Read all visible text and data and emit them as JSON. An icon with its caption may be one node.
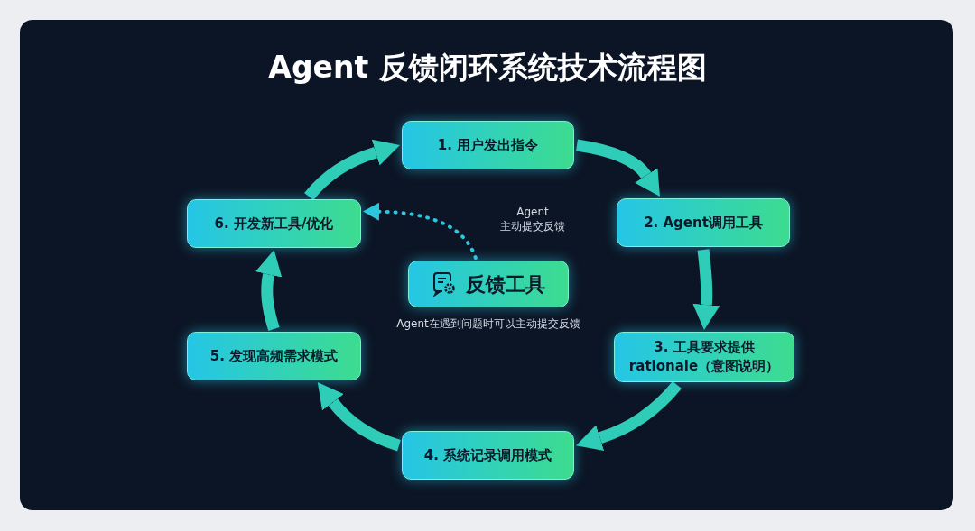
{
  "diagram": {
    "title": "Agent 反馈闭环系统技术流程图",
    "nodes": [
      {
        "text": [
          "1. 用户发出指令"
        ]
      },
      {
        "text": [
          "2. Agent调用工具"
        ]
      },
      {
        "text": [
          "3. 工具要求提供 rationale（意图说明）"
        ]
      },
      {
        "text": [
          "4. 系统记录调用模式"
        ]
      },
      {
        "text": [
          "5. 发现高频需求模式"
        ]
      },
      {
        "text": [
          "6. 开发新工具/优化"
        ]
      },
      {
        "text": [
          "反馈工具"
        ],
        "beside": [
          "Agent在遇到问题时可以主动提交反馈"
        ]
      }
    ],
    "edges": [
      {
        "from": 0,
        "to": 1,
        "arrow": "to"
      },
      {
        "from": 1,
        "to": 2,
        "arrow": "to"
      },
      {
        "from": 2,
        "to": 3,
        "arrow": "to"
      },
      {
        "from": 3,
        "to": 4,
        "arrow": "to"
      },
      {
        "from": 4,
        "to": 5,
        "arrow": "to"
      },
      {
        "from": 5,
        "to": 0,
        "arrow": "to"
      },
      {
        "from": 6,
        "to": 5,
        "arrow": "to",
        "style": "dashed",
        "label": "Agent 主动提交反馈"
      }
    ]
  }
}
